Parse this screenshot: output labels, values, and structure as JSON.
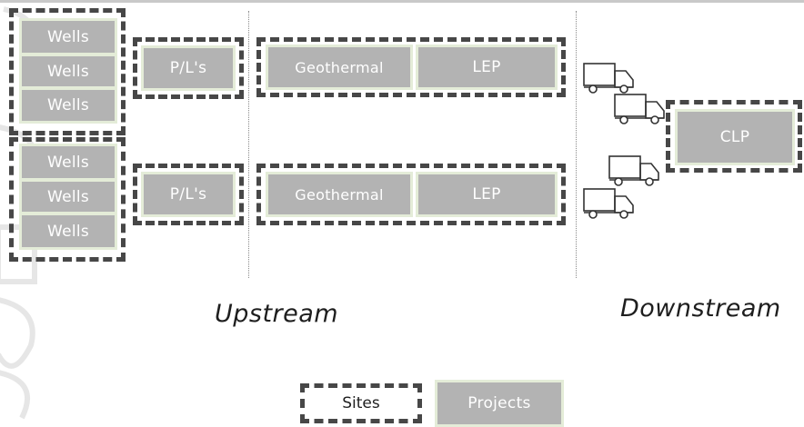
{
  "wells": [
    "Wells",
    "Wells",
    "Wells",
    "Wells",
    "Wells",
    "Wells"
  ],
  "upstream_rows": [
    {
      "pipeline": "P/L's",
      "geothermal": "Geothermal",
      "lep": "LEP"
    },
    {
      "pipeline": "P/L's",
      "geothermal": "Geothermal",
      "lep": "LEP"
    }
  ],
  "downstream": {
    "clp": "CLP"
  },
  "sections": {
    "upstream": "Upstream",
    "downstream": "Downstream"
  },
  "legend": {
    "sites": "Sites",
    "projects": "Projects"
  },
  "icons": [
    "truck-icon",
    "truck-icon",
    "truck-icon",
    "truck-icon"
  ],
  "colors": {
    "project_fill": "#b3b3b3",
    "project_border": "#e4ecd8",
    "site_border": "#474747"
  }
}
